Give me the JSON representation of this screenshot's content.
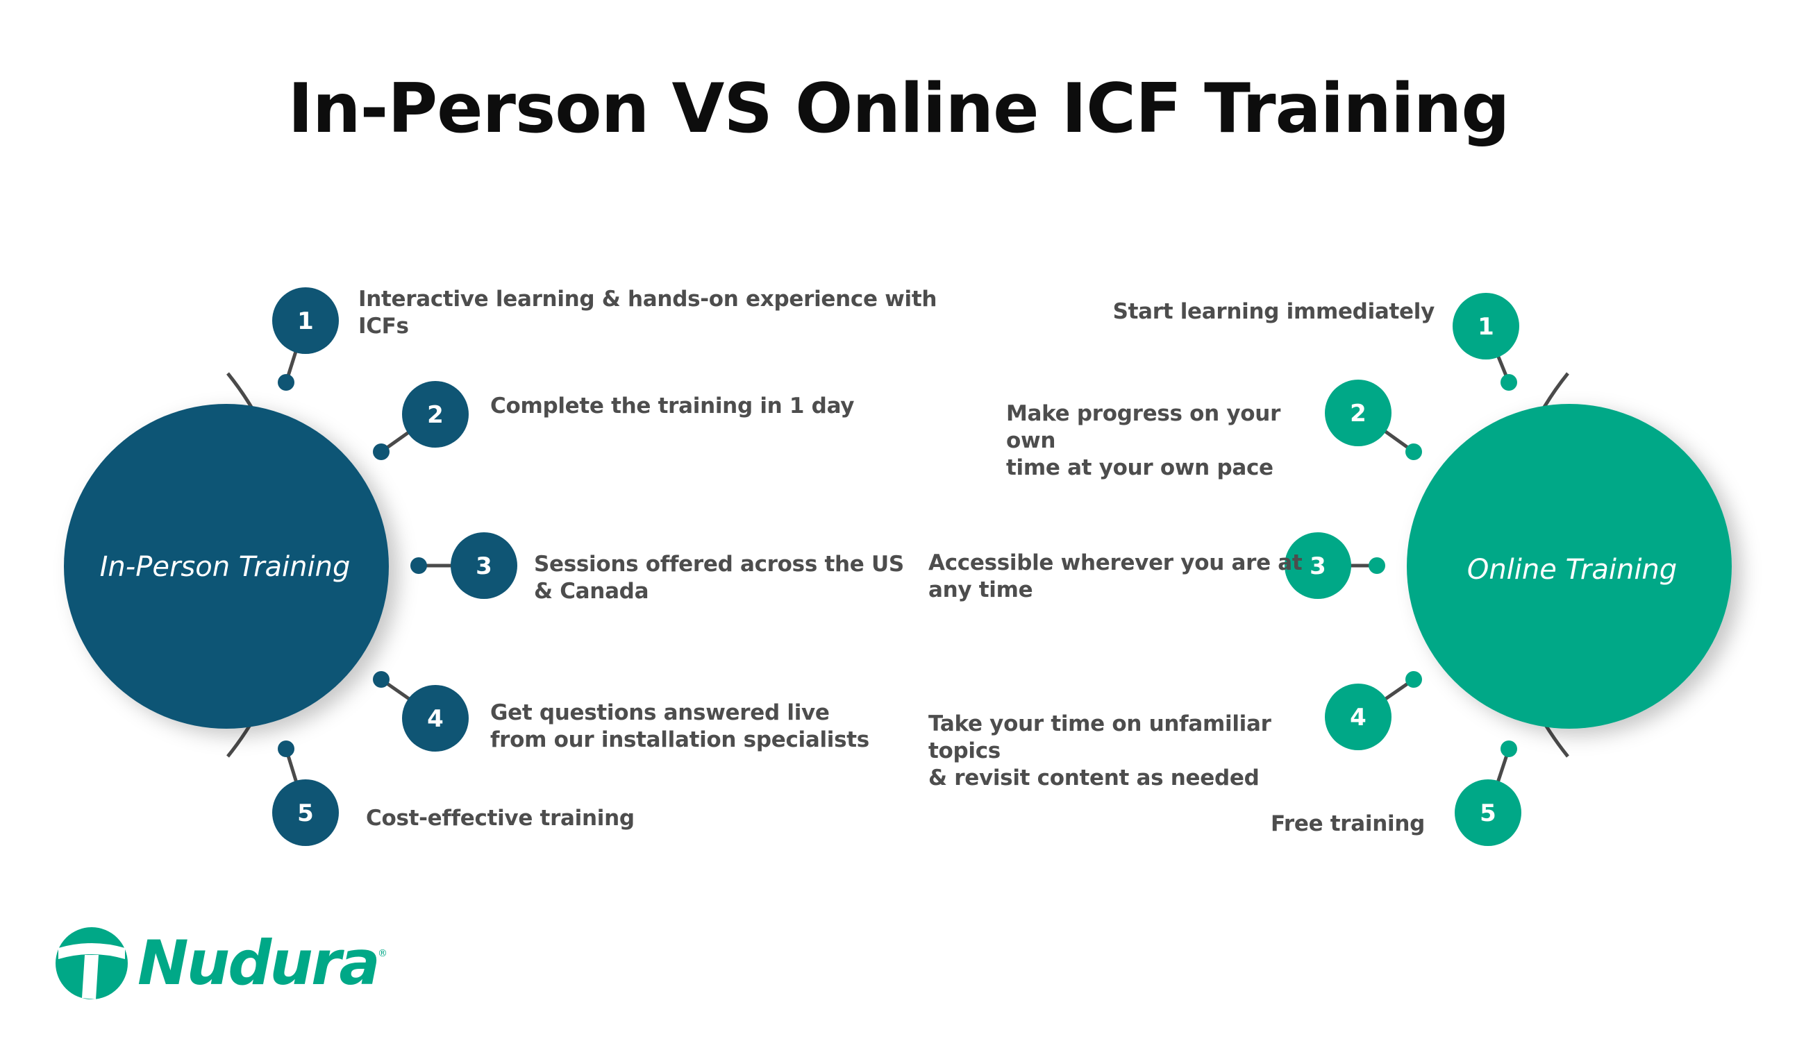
{
  "title": "In-Person VS Online ICF Training",
  "colors": {
    "in_person": "#0f5574",
    "online": "#00a887",
    "line": "#4a4a4a",
    "text": "#4d4d4d"
  },
  "in_person": {
    "label": "In-Person Training",
    "items": [
      {
        "number": "1",
        "line1": "Interactive learning & hands-on experience with ICFs",
        "line2": ""
      },
      {
        "number": "2",
        "line1": "Complete the training in 1 day",
        "line2": ""
      },
      {
        "number": "3",
        "line1": "Sessions offered across the US",
        "line2": "& Canada"
      },
      {
        "number": "4",
        "line1": "Get questions answered live",
        "line2": "from our installation specialists"
      },
      {
        "number": "5",
        "line1": "Cost-effective training",
        "line2": ""
      }
    ]
  },
  "online": {
    "label": "Online Training",
    "items": [
      {
        "number": "1",
        "line1": "Start learning immediately",
        "line2": ""
      },
      {
        "number": "2",
        "line1": "Make progress on your own",
        "line2": "time at your own pace"
      },
      {
        "number": "3",
        "line1": "Accessible wherever you are at",
        "line2": "any time"
      },
      {
        "number": "4",
        "line1": "Take your time on unfamiliar topics",
        "line2": "& revisit content as needed"
      },
      {
        "number": "5",
        "line1": "Free training",
        "line2": ""
      }
    ]
  },
  "logo": {
    "name": "Nudura",
    "registered": "®"
  }
}
